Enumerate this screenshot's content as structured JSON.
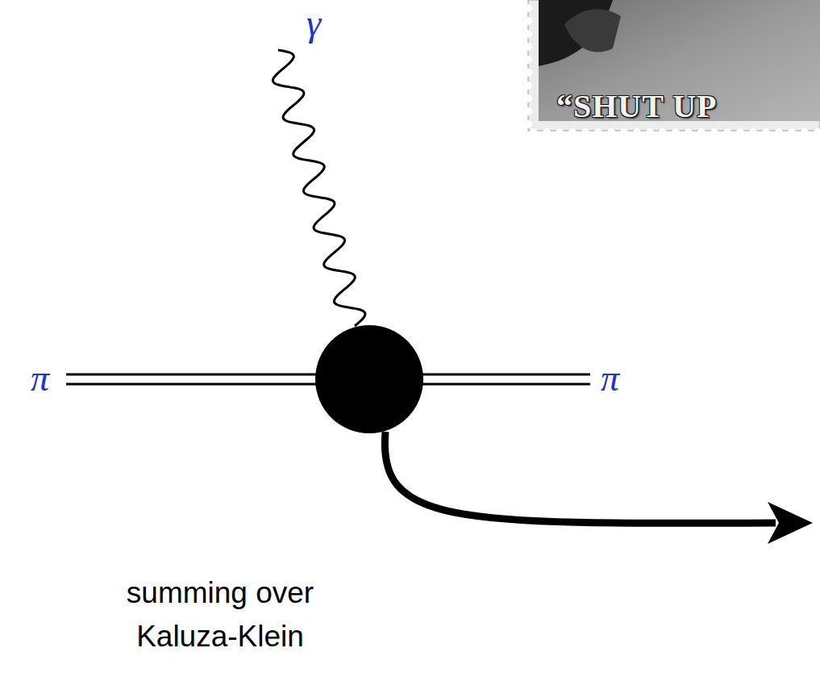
{
  "diagram": {
    "labels": [
      "γ",
      "π",
      "π",
      "summing over Kaluza-Klein",
      "“SHUT UP"
    ]
  }
}
